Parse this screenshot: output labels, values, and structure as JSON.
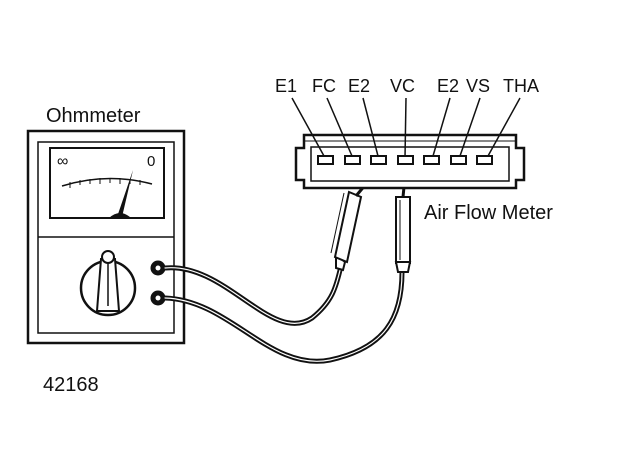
{
  "labels": {
    "ohmmeter": "Ohmmeter",
    "air_flow_meter": "Air Flow Meter",
    "figure_number": "42168",
    "scale_infinity": "∞",
    "scale_zero": "0"
  },
  "connector_pins": [
    "E1",
    "FC",
    "E2",
    "VC",
    "E2",
    "VS",
    "THA"
  ],
  "probes_connected_to": [
    "E2",
    "VC"
  ],
  "colors": {
    "ink": "#111111",
    "background": "#ffffff"
  }
}
